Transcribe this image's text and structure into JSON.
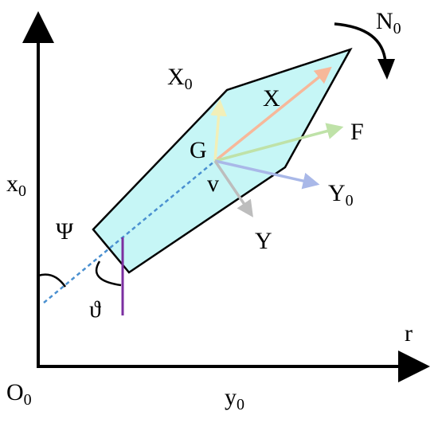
{
  "labels": {
    "N": "N",
    "N_sub": "0",
    "X0": "X",
    "X0_sub": "0",
    "X": "X",
    "G": "G",
    "F": "F",
    "v": "v",
    "Y0": "Y",
    "Y0_sub": "0",
    "Y": "Y",
    "x0": "x",
    "x0_sub": "0",
    "psi": "Ψ",
    "theta": "ϑ",
    "r": "r",
    "O0": "O",
    "O0_sub": "0",
    "y0": "y",
    "y0_sub": "0"
  },
  "colors": {
    "hull_fill": "#c6f6f6",
    "axis": "#000000",
    "heading_line": "#4a90d0",
    "rudder": "#7b2fa0",
    "arrow_X": "#f7b89a",
    "arrow_X0": "#f2efb8",
    "arrow_F": "#bfe2a8",
    "arrow_Y0": "#a9b8e8",
    "arrow_Y": "#bdbdbd"
  }
}
